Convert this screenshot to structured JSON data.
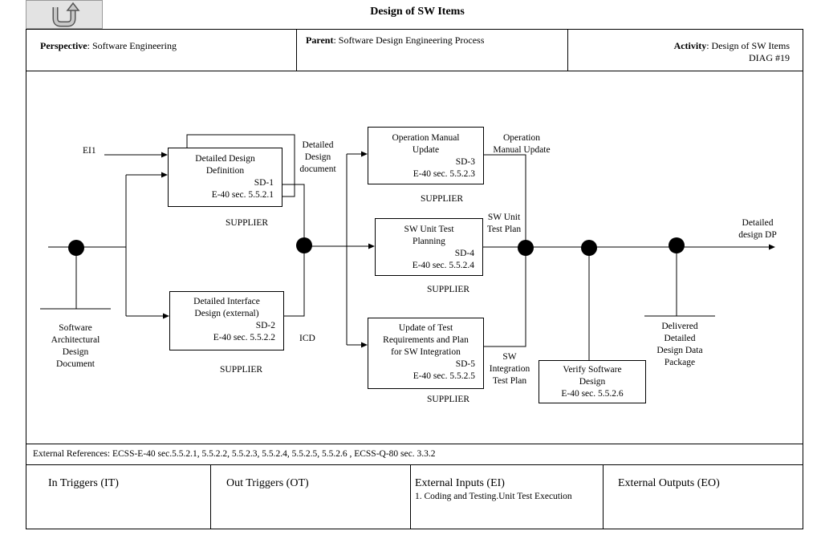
{
  "title": "Design of SW Items",
  "back_button": {
    "icon": "undo-arrow-icon"
  },
  "header": {
    "perspective_label": "Perspective",
    "perspective_value": ": Software Engineering",
    "parent_label": "Parent",
    "parent_value": ": Software Design Engineering Process",
    "activity_label": "Activity",
    "activity_value": ": Design of SW Items",
    "diag_id": "DIAG #19"
  },
  "diagram": {
    "boxes": {
      "sd1": {
        "l1": "Detailed Design",
        "l2": "Definition",
        "code": "SD-1",
        "ref": "E-40 sec. 5.5.2.1",
        "actor": "SUPPLIER"
      },
      "sd2": {
        "l1": "Detailed Interface",
        "l2": "Design (external)",
        "code": "SD-2",
        "ref": "E-40 sec. 5.5.2.2",
        "actor": "SUPPLIER"
      },
      "sd3": {
        "l1": "Operation Manual",
        "l2": "Update",
        "code": "SD-3",
        "ref": "E-40 sec. 5.5.2.3",
        "actor": "SUPPLIER"
      },
      "sd4": {
        "l1": "SW Unit Test",
        "l2": "Planning",
        "code": "SD-4",
        "ref": "E-40 sec. 5.5.2.4",
        "actor": "SUPPLIER"
      },
      "sd5": {
        "l1": "Update of Test",
        "l2": "Requirements and Plan",
        "l3": "for SW Integration",
        "code": "SD-5",
        "ref": "E-40 sec. 5.5.2.5",
        "actor": "SUPPLIER"
      },
      "verify": {
        "l1": "Verify Software",
        "l2": "Design",
        "ref": "E-40 sec. 5.5.2.6"
      }
    },
    "labels": {
      "ei1": "EI1",
      "swad": [
        "Software",
        "Architectural",
        "Design",
        "Document"
      ],
      "detailed_design_doc": [
        "Detailed",
        "Design",
        "document"
      ],
      "icd": "ICD",
      "op_manual_update": [
        "Operation",
        "Manual Update"
      ],
      "sw_unit_test_plan": [
        "SW Unit",
        "Test Plan"
      ],
      "sw_integration_test_plan": [
        "SW",
        "Integration",
        "Test Plan"
      ],
      "detailed_design_dp": [
        "Detailed",
        "design DP"
      ],
      "delivered_ddp": [
        "Delivered",
        "Detailed",
        "Design Data",
        "Package"
      ]
    }
  },
  "external_references": "External References: ECSS-E-40 sec.5.5.2.1, 5.5.2.2, 5.5.2.3, 5.5.2.4, 5.5.2.5, 5.5.2.6 ,  ECSS-Q-80 sec. 3.3.2",
  "triggers": {
    "in_title": "In Triggers (IT)",
    "out_title": "Out Triggers (OT)",
    "ext_inputs_title": "External Inputs (EI)",
    "ext_inputs_items": [
      "1. Coding and Testing.Unit Test Execution"
    ],
    "ext_outputs_title": "External Outputs (EO)"
  }
}
